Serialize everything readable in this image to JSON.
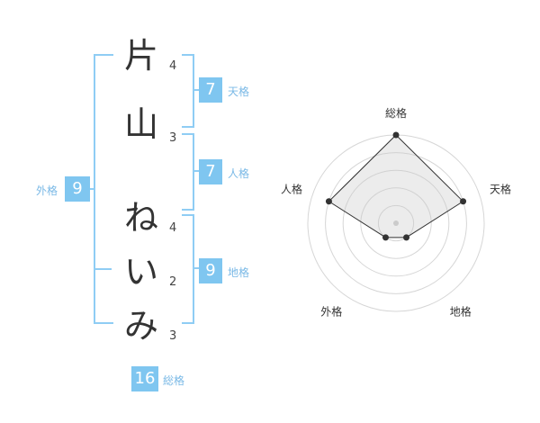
{
  "name": {
    "chars": [
      {
        "char": "片",
        "strokes": "4"
      },
      {
        "char": "山",
        "strokes": "3"
      },
      {
        "char": "ね",
        "strokes": "4"
      },
      {
        "char": "い",
        "strokes": "2"
      },
      {
        "char": "み",
        "strokes": "3"
      }
    ]
  },
  "kakusu": {
    "tenkaku": {
      "value": "7",
      "label": "天格"
    },
    "jinkaku": {
      "value": "7",
      "label": "人格"
    },
    "chikaku": {
      "value": "9",
      "label": "地格"
    },
    "gaikaku": {
      "value": "9",
      "label": "外格"
    },
    "soukaku": {
      "value": "16",
      "label": "総格"
    }
  },
  "colors": {
    "accent": "#7fc6f0",
    "bracket": "#8fcdf4"
  },
  "chart_data": {
    "type": "radar",
    "axes": [
      "総格",
      "天格",
      "地格",
      "外格",
      "人格"
    ],
    "values": [
      5,
      4,
      1,
      1,
      4
    ],
    "max": 5,
    "rings": 5
  }
}
